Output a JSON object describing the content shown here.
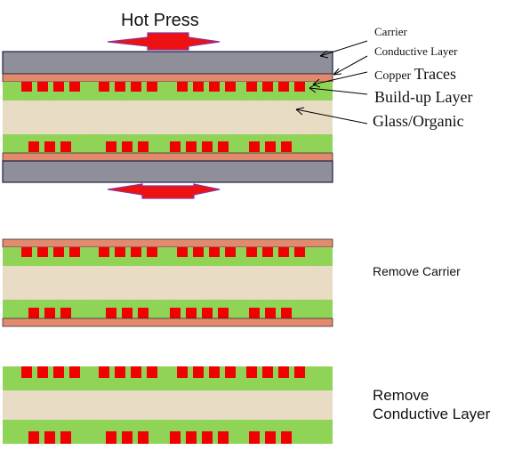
{
  "title": "Hot Press",
  "labels": {
    "carrier": "Carrier",
    "conductive_layer": "Conductive Layer",
    "copper_traces_prefix": "Copper ",
    "copper_traces_suffix": "Traces",
    "buildup_layer": "Build-up Layer",
    "core": "Glass/Organic"
  },
  "steps": {
    "remove_carrier": "Remove Carrier",
    "remove_conductive_line1": "Remove",
    "remove_conductive_line2": "Conductive Layer"
  },
  "colors": {
    "carrier": "#8f8f99",
    "conductive": "#e28a6e",
    "buildup": "#8fd456",
    "core": "#ece0c8",
    "traces": "#f00000",
    "press_arrow": "#ee1111",
    "press_arrow_edge": "#8a3399"
  }
}
